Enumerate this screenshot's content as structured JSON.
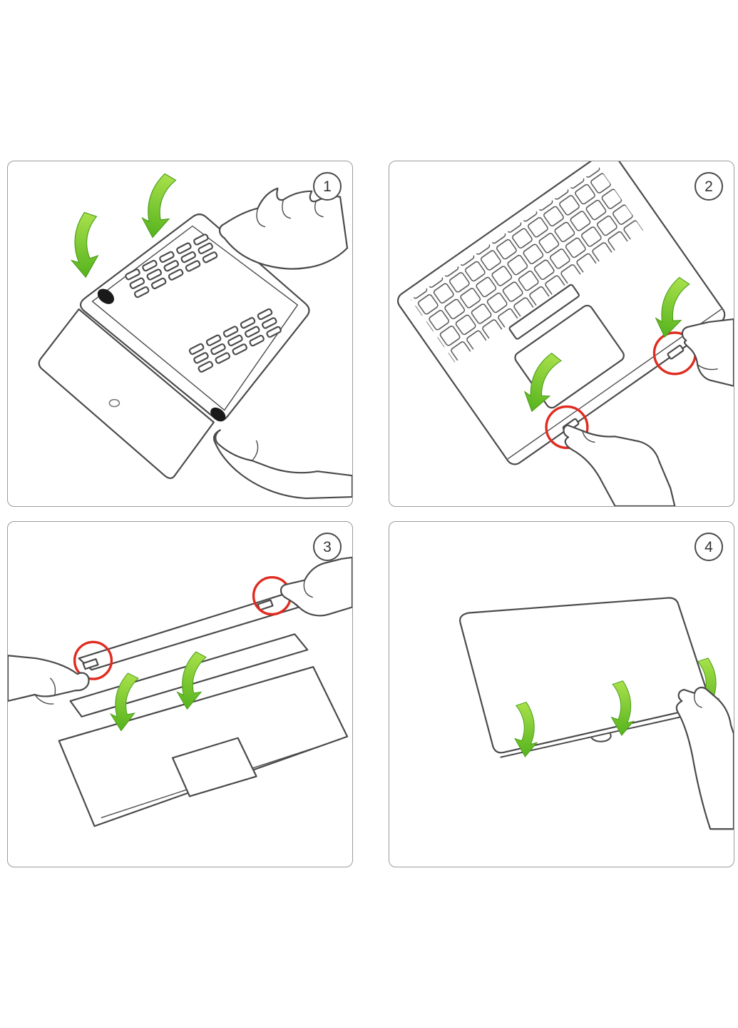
{
  "document": {
    "background": "#ffffff"
  },
  "colors": {
    "line": "#4a4a4a",
    "panel_border": "#9b9b9b",
    "badge_border": "#4a4a4a",
    "badge_text": "#333333",
    "red": "#e02b20",
    "arrow_light": "#a9e14b",
    "arrow_dark": "#55b31d",
    "arrow_stroke": "#4a9c19",
    "foot": "#1a1a1a",
    "screen_dot": "#777777"
  },
  "panels": [
    {
      "number": "1",
      "illustration": "press-bottom-case-onto-laptop-underside"
    },
    {
      "number": "2",
      "illustration": "snap-case-clips-along-front-edge"
    },
    {
      "number": "3",
      "illustration": "clip-top-cover-onto-screen-lid"
    },
    {
      "number": "4",
      "illustration": "press-top-cover-until-it-clicks"
    }
  ]
}
